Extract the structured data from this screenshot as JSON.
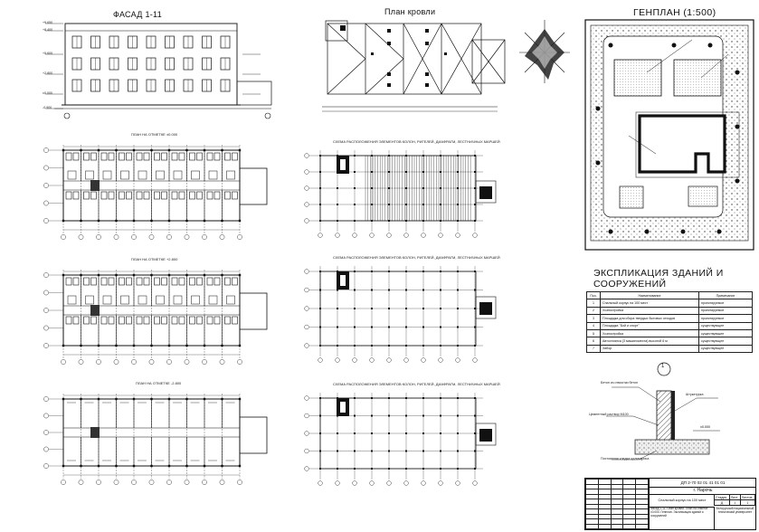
{
  "titles": {
    "facade": "ФАСАД 1-11",
    "roof": "План кровли",
    "genplan": "ГЕНПЛАН (1:500)",
    "explication": "ЭКСПЛИКАЦИЯ ЗДАНИЙ И СООРУЖЕНИЙ"
  },
  "captions": {
    "plan1": "ПЛАН НА ОТМЕТКЕ ±0.000",
    "plan2": "ПЛАН НА ОТМЕТКЕ +2.800",
    "plan3": "ПЛАН НА ОТМЕТКЕ -2.800",
    "scheme1": "СХЕМА РАСПОЛОЖЕНИЯ ЭЛЕМЕНТОВ КОЛОН, РИГЕЛЕЙ, ДИАФРАГМ, ЛЕСТНИЧНЫХ МАРШЕЙ",
    "scheme2": "СХЕМА РАСПОЛОЖЕНИЯ ЭЛЕМЕНТОВ КОЛОН, РИГЕЛЕЙ, ДИАФРАГМ, ЛЕСТНИЧНЫХ МАРШЕЙ",
    "scheme3": "СХЕМА РАСПОЛОЖЕНИЯ ЭЛЕМЕНТОВ КОЛОН, РИГЕЛЕЙ, ДИАФРАГМ, ЛЕСТНИЧНЫХ МАРШЕЙ"
  },
  "explication_table": {
    "headers": [
      "Поз.",
      "Наименование",
      "Примечание"
    ],
    "rows": [
      [
        "1",
        "Спальный корпус на 100 мест",
        "проектируемое"
      ],
      [
        "2",
        "Хозпостройка",
        "проектируемое"
      ],
      [
        "3",
        "Площадка для сбора твердых бытовых отходов",
        "проектируемое"
      ],
      [
        "4",
        "Площадка \"Бой и спорт\"",
        "существующее"
      ],
      [
        "5",
        "Хозпостройка",
        "существующее"
      ],
      [
        "6",
        "Автостоянка (3 машиноместа) высотой 6 м",
        "существующее"
      ],
      [
        "7",
        "Забор",
        "существующее"
      ]
    ]
  },
  "detail": {
    "number": "1",
    "labels": [
      "Бетон из отмостки бетон",
      "Штукатурка",
      "Цементный раствор М100",
      "±0.000",
      "Постоянная кладка цилиндриса"
    ]
  },
  "stamp": {
    "code": "ДП 2-70 02 01 41 01 01",
    "place": "г. Нарочь",
    "object": "Спальный корпус на 100 мест",
    "sheet_cols": [
      "Стадия",
      "Лист",
      "Листов"
    ],
    "sheet_vals": [
      "Д",
      "1",
      "1"
    ],
    "contents": "Фасад 1-11. План кровли. План на отметке ±0.000. Генплан. Экспликация зданий и сооружений",
    "org": "Белорусский национальный технический университет"
  },
  "elevations": [
    "+9.650",
    "+8.400",
    "+5.600",
    "+2.800",
    "±0.000",
    "-0.900"
  ]
}
